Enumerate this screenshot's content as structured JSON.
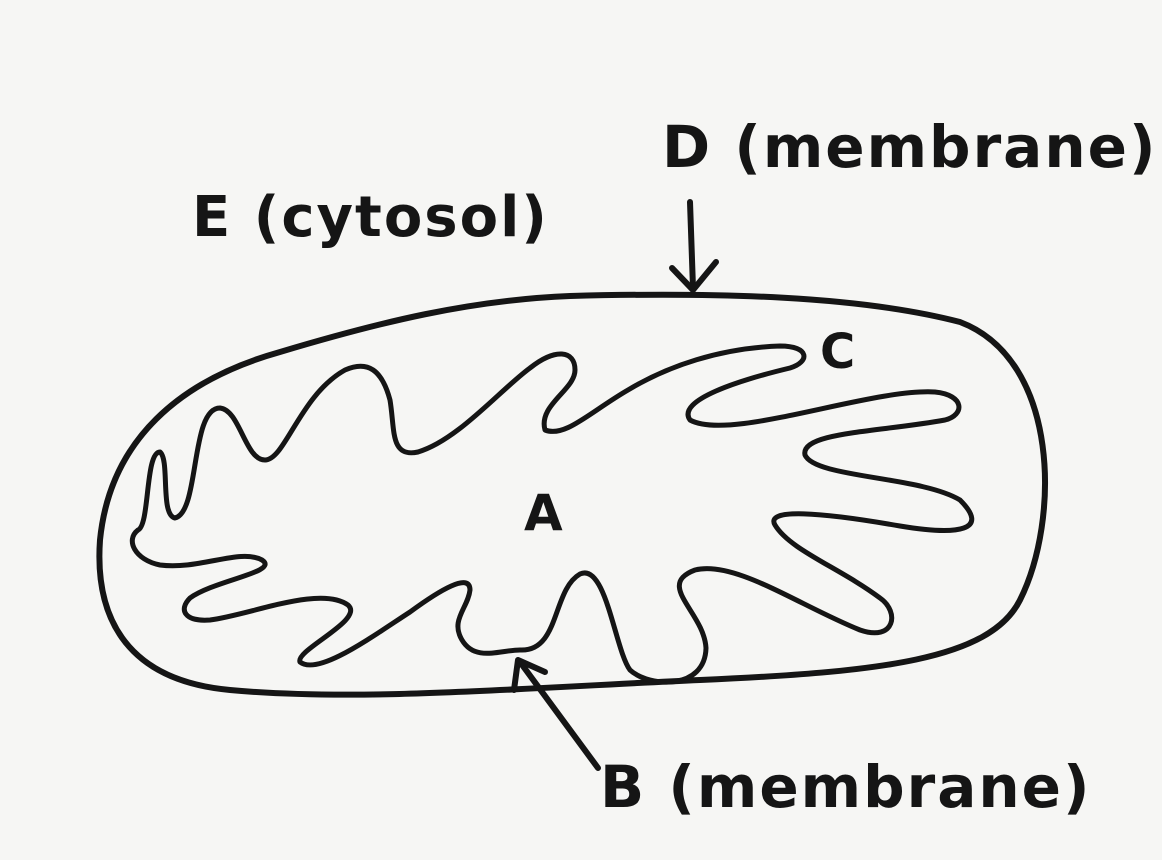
{
  "labels": {
    "e": "E (cytosol)",
    "d": "D (membrane)",
    "c": "C",
    "a": "A",
    "b": "B (membrane)"
  },
  "colors": {
    "ink": "#151515",
    "paper": "#f6f6f4"
  }
}
